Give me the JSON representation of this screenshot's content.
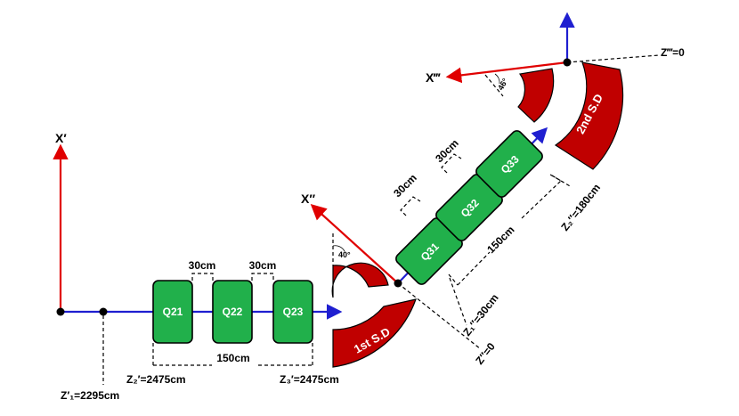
{
  "axes": {
    "x_prime": "X′",
    "x_double_prime": "X″",
    "x_triple_prime": "X‴",
    "z_triple_prime_zero": "Z‴=0"
  },
  "quadrupoles": {
    "first_set": [
      "Q21",
      "Q22",
      "Q23"
    ],
    "second_set": [
      "Q31",
      "Q32",
      "Q33"
    ]
  },
  "dipoles": {
    "first": "1st S.D",
    "second": "2nd S.D"
  },
  "angles": {
    "first": "40°",
    "second": "46°"
  },
  "dimensions": {
    "gap_a": "30cm",
    "gap_b": "30cm",
    "span_first": "150cm",
    "gap_c": "30cm",
    "gap_d": "30cm",
    "span_second": "150cm"
  },
  "positions": {
    "z1": "Z′₁=2295cm",
    "z2": "Z₂′=2475cm",
    "z3": "Z₃′=2475cm",
    "z_dp_zero": "Z″=0",
    "z_dp_1": "Z₁″=30cm",
    "z_dp_2": "Z₂″=180cm"
  },
  "colors": {
    "quad": "#21b04b",
    "dipole": "#c00000",
    "beam": "#1f1fd0",
    "axis": "#e00000"
  }
}
